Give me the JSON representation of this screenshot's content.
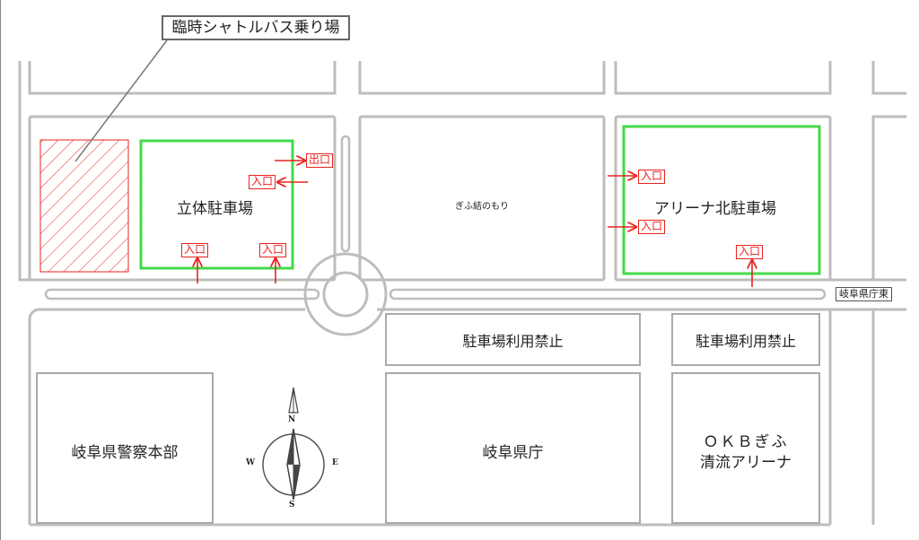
{
  "callout": {
    "label": "臨時シャトルバス乗り場"
  },
  "buildings": {
    "rittai": "立体駐車場",
    "gifu_musubi": "ぎふ結のもり",
    "arena_north": "アリーナ北駐車場",
    "no_parking_1": "駐車場利用禁止",
    "no_parking_2": "駐車場利用禁止",
    "police": "岐阜県警察本部",
    "pref_office": "岐阜県庁",
    "okb_line1": "ＯＫＢぎふ",
    "okb_line2": "清流アリーナ"
  },
  "tags": {
    "exit": "出口",
    "entrance": "入口"
  },
  "road": {
    "east": "岐阜県庁東"
  },
  "compass": {
    "n": "N",
    "s": "S",
    "e": "E",
    "w": "W"
  },
  "colors": {
    "road": "#c8c8c8",
    "block": "#bdbdbd",
    "parking_green": "#44d94a",
    "marker_red": "#e8231f",
    "text": "#222222"
  }
}
